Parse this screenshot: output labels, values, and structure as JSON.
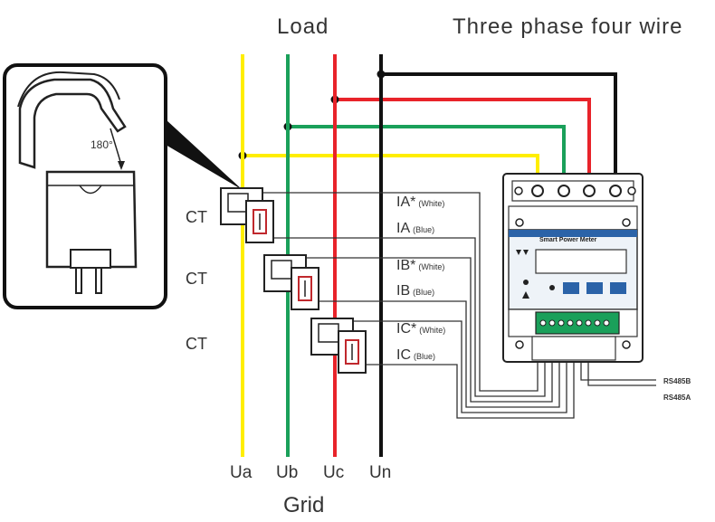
{
  "title_load": "Load",
  "title_system": "Three phase four wire",
  "grid_label": "Grid",
  "lines": [
    {
      "label": "Ua",
      "color": "#ffee00"
    },
    {
      "label": "Ub",
      "color": "#1aa05a"
    },
    {
      "label": "Uc",
      "color": "#e8232a"
    },
    {
      "label": "Un",
      "color": "#111111"
    }
  ],
  "ct_label": "CT",
  "ct_rows": [
    {
      "pos": "IA*",
      "pos_note": "(White)",
      "neg": "IA",
      "neg_note": "(Blue)"
    },
    {
      "pos": "IB*",
      "pos_note": "(White)",
      "neg": "IB",
      "neg_note": "(Blue)"
    },
    {
      "pos": "IC*",
      "pos_note": "(White)",
      "neg": "IC",
      "neg_note": "(Blue)"
    }
  ],
  "rs485": [
    "RS485B",
    "RS485A"
  ],
  "clamp_angle": "180°",
  "meter_title": "Smart Power Meter"
}
